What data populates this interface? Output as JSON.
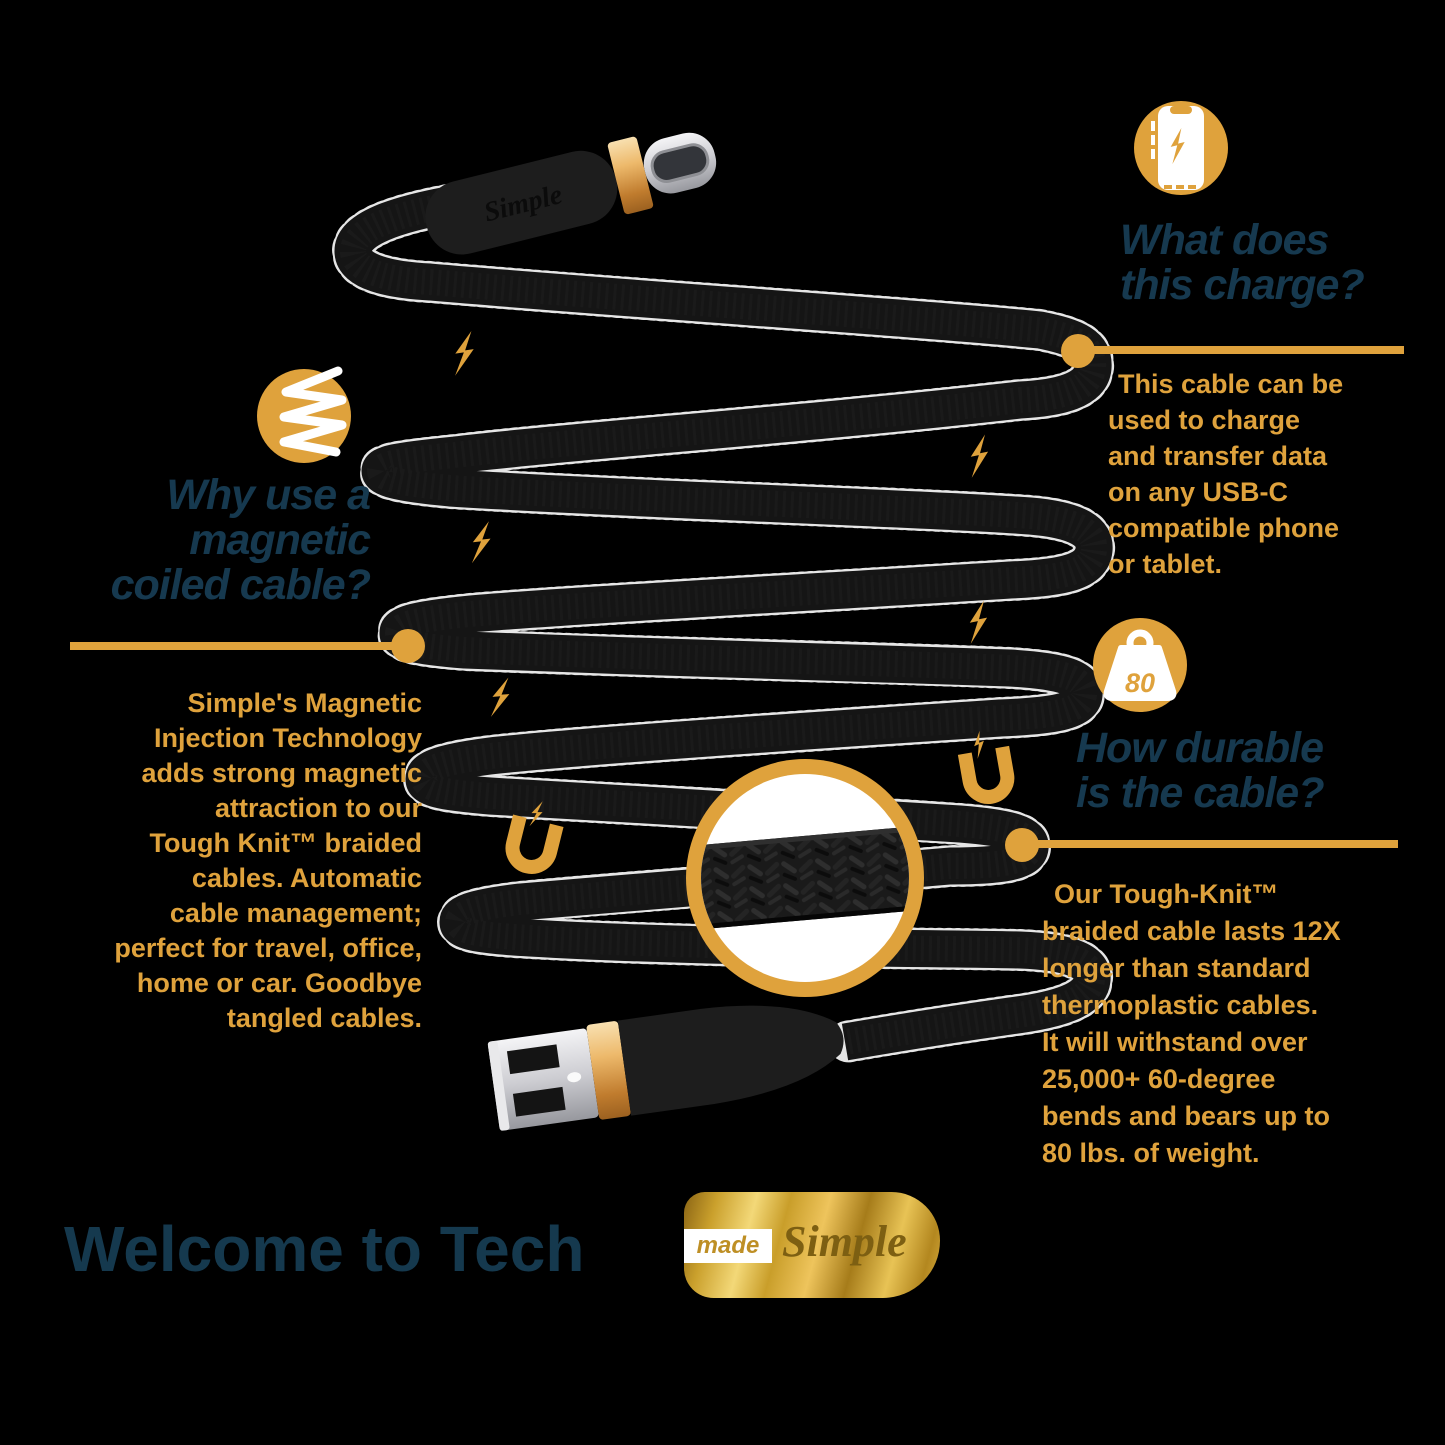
{
  "colors": {
    "background": "#000000",
    "gold_accent": "#DFA23C",
    "navy_heading": "#16394F",
    "cable_black": "#161616",
    "connector_gold_band": "#D89A4E",
    "connector_silver": "#C9C9CE",
    "footer_navy": "#15394E",
    "logo_gold_foil": "#D8AD3E"
  },
  "icons": {
    "top_right": "phone-charging-icon",
    "left": "coil-spring-icon",
    "right": "weight-80-icon",
    "decorative": [
      "lightning-bolt-icon",
      "magnet-icon",
      "magnifier-circle"
    ]
  },
  "product": {
    "usb_c_connector_brand": "Simple",
    "usb_a_connector_brand": "Simple"
  },
  "sections": {
    "charge": {
      "heading_lines": [
        "What does",
        "this charge?"
      ],
      "body_lines": [
        "This cable can be",
        "used to charge",
        "and transfer data",
        "on any USB-C",
        "compatible phone",
        "or tablet."
      ]
    },
    "magnetic": {
      "heading_lines": [
        "Why use a",
        "magnetic",
        "coiled cable?"
      ],
      "body_lines": [
        "Simple's Magnetic",
        "Injection Technology",
        "adds strong magnetic",
        "attraction to our",
        "Tough Knit™ braided",
        "cables. Automatic",
        "cable management;",
        "perfect for travel, office,",
        "home or car. Goodbye",
        "tangled cables."
      ]
    },
    "durable": {
      "heading_lines": [
        "How durable",
        "is the cable?"
      ],
      "weight_label": "80",
      "body_lines": [
        "Our Tough-Knit™",
        "braided cable lasts 12X",
        "longer than standard",
        "thermoplastic cables.",
        "It will withstand over",
        "25,000+ 60-degree",
        "bends and bears up to",
        "80 lbs. of weight."
      ]
    }
  },
  "footer": {
    "welcome_text": "Welcome to Tech",
    "logo_made": "made",
    "logo_brand": "Simple"
  }
}
